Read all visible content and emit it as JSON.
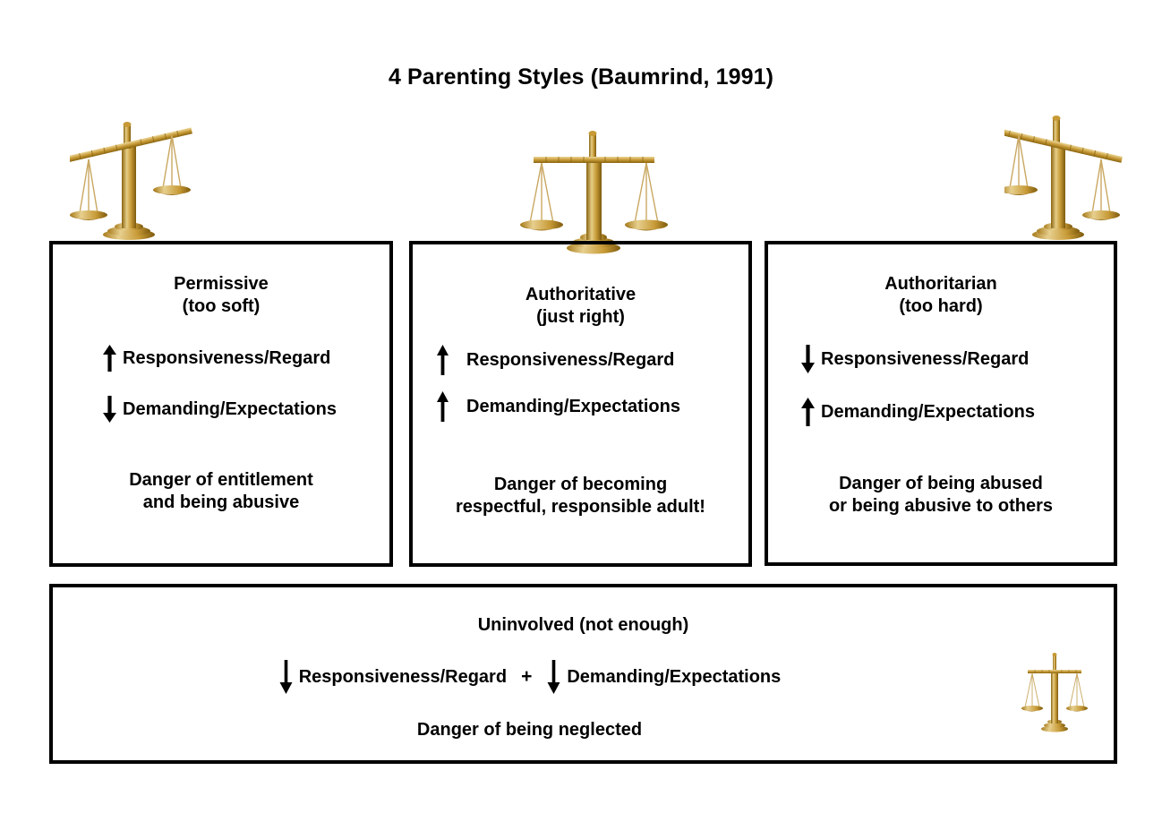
{
  "title": "4 Parenting Styles (Baumrind, 1991)",
  "colors": {
    "background": "#ffffff",
    "text": "#000000",
    "border": "#000000",
    "scale_gold_light": "#e0c071",
    "scale_gold": "#c79a36",
    "scale_gold_dark": "#8a6510"
  },
  "boxes": [
    {
      "id": "permissive",
      "title": "Permissive\n(too soft)",
      "traits": [
        {
          "arrow": "up-arrow-icon",
          "label": "Responsiveness/Regard"
        },
        {
          "arrow": "down-arrow-icon",
          "label": "Demanding/Expectations"
        }
      ],
      "danger": "Danger of entitlement\nand being abusive",
      "scale": {
        "name": "balance-scale-tilted-left-icon",
        "tilt": "left-down"
      }
    },
    {
      "id": "authoritative",
      "title": "Authoritative\n(just right)",
      "traits": [
        {
          "arrow": "up-arrow-icon",
          "label": "Responsiveness/Regard"
        },
        {
          "arrow": "up-arrow-icon",
          "label": "Demanding/Expectations"
        }
      ],
      "danger": "Danger of becoming\nrespectful, responsible adult!",
      "scale": {
        "name": "balance-scale-balanced-icon",
        "tilt": "level"
      }
    },
    {
      "id": "authoritarian",
      "title": "Authoritarian\n(too hard)",
      "traits": [
        {
          "arrow": "down-arrow-icon",
          "label": "Responsiveness/Regard"
        },
        {
          "arrow": "up-arrow-icon",
          "label": "Demanding/Expectations"
        }
      ],
      "danger": "Danger of being abused\nor being abusive to others",
      "scale": {
        "name": "balance-scale-tilted-right-icon",
        "tilt": "right-down"
      }
    }
  ],
  "uninvolved": {
    "id": "uninvolved",
    "title": "Uninvolved (not enough)",
    "traits": [
      {
        "arrow": "down-arrow-icon",
        "label": "Responsiveness/Regard"
      },
      {
        "arrow": "down-arrow-icon",
        "label": "Demanding/Expectations"
      }
    ],
    "separator": "+",
    "danger": "Danger of being neglected",
    "scale": {
      "name": "balance-scale-balanced-small-icon",
      "tilt": "level"
    }
  }
}
